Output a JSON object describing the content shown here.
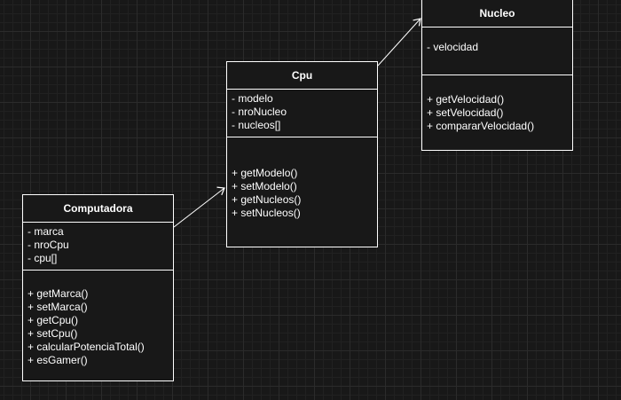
{
  "diagram": {
    "colors": {
      "background": "#181818",
      "grid": "#2b2b2b",
      "stroke": "#ffffff",
      "text": "#ffffff"
    },
    "classes": [
      {
        "name": "Computadora",
        "attributes": [
          "- marca",
          "- nroCpu",
          "- cpu[]"
        ],
        "methods": [
          "+ getMarca()",
          "+ setMarca()",
          "+ getCpu()",
          "+ setCpu()",
          "+ calcularPotenciaTotal()",
          "+ esGamer()"
        ]
      },
      {
        "name": "Cpu",
        "attributes": [
          "- modelo",
          "- nroNucleo",
          "- nucleos[]"
        ],
        "methods": [
          "+ getModelo()",
          "+ setModelo()",
          "+ getNucleos()",
          "+ setNucleos()"
        ]
      },
      {
        "name": "Nucleo",
        "attributes": [
          "- velocidad"
        ],
        "methods": [
          "+ getVelocidad()",
          "+ setVelocidad()",
          "+ compararVelocidad()"
        ]
      }
    ],
    "relations": [
      {
        "from": "Computadora",
        "to": "Cpu",
        "arrow": "open"
      },
      {
        "from": "Cpu",
        "to": "Nucleo",
        "arrow": "open"
      }
    ]
  }
}
